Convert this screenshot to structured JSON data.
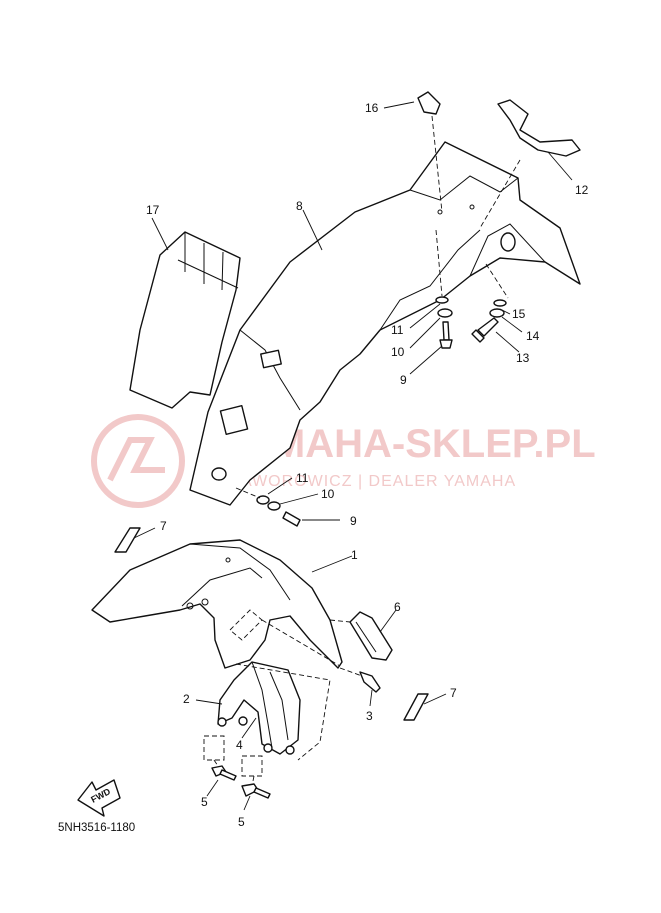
{
  "diagram_code": "5NH3516-1180",
  "watermark": {
    "title": "YAMAHA-SKLEP.PL",
    "subtitle": "JAWOROWICZ | DEALER YAMAHA",
    "color": "#f2c9c9"
  },
  "fwd_label": "FWD",
  "callouts": {
    "c1": "1",
    "c2": "2",
    "c3": "3",
    "c4": "4",
    "c5a": "5",
    "c5b": "5",
    "c6": "6",
    "c7a": "7",
    "c7b": "7",
    "c8": "8",
    "c9a": "9",
    "c9b": "9",
    "c10a": "10",
    "c10b": "10",
    "c11a": "11",
    "c11b": "11",
    "c12": "12",
    "c13": "13",
    "c14": "14",
    "c15": "15",
    "c16": "16",
    "c17": "17"
  }
}
